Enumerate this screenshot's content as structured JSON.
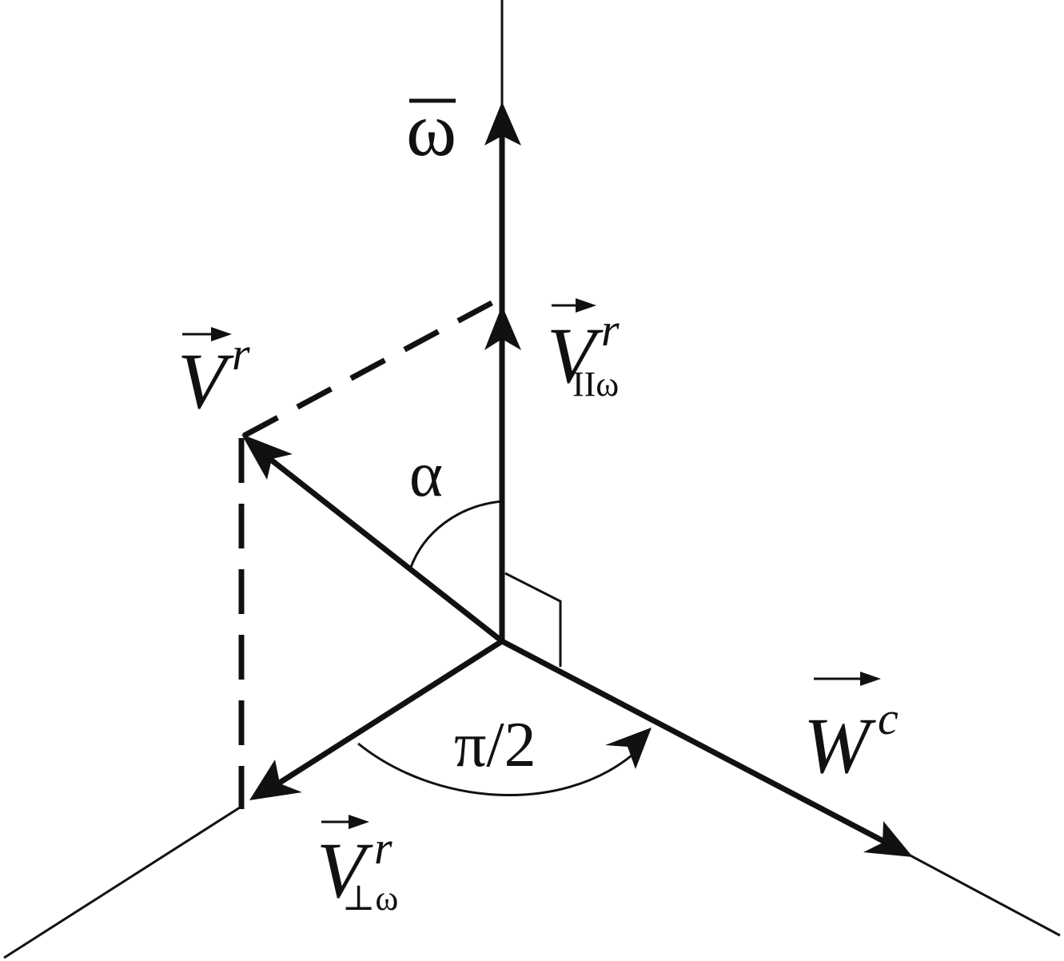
{
  "labels": {
    "omega": "ω",
    "v_r": {
      "base": "V",
      "sup": "r"
    },
    "v_par": {
      "base": "V",
      "sup": "r",
      "sub": "IIω"
    },
    "v_perp": {
      "base": "V",
      "sup": "r",
      "sub": "⊥ω"
    },
    "w_c": {
      "base": "W",
      "sup": "c"
    },
    "alpha": "α",
    "right_angle_note": "π/2"
  },
  "colors": {
    "ink": "#111111",
    "background": "#ffffff"
  }
}
